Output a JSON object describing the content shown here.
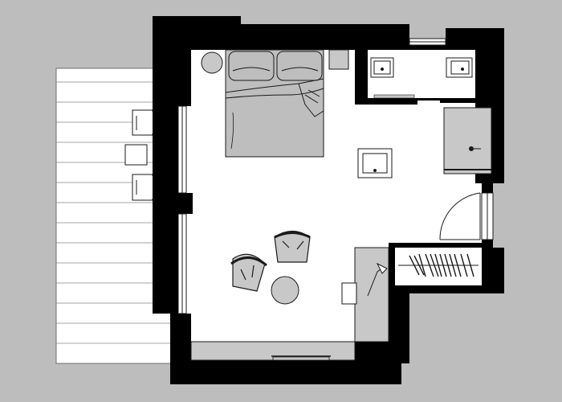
{
  "plan": {
    "colors": {
      "background": "#bdbdbd",
      "wall": "#000000",
      "floor": "#ffffff",
      "furniture_fill": "#c8c8c8",
      "bed_fill": "#bebebe",
      "line": "#1a1a1a"
    },
    "rooms": [
      "bedroom",
      "bathroom",
      "walk-in-closet",
      "terrace"
    ],
    "furniture": [
      "double-bed",
      "pillow",
      "pillow",
      "nightstand",
      "nightstand",
      "armchair",
      "armchair",
      "round-side-table",
      "desk",
      "desk-chair",
      "wardrobe-hangers",
      "bench",
      "tv",
      "washbasin",
      "washbasin",
      "shower",
      "bathtub",
      "door",
      "terrace-chair",
      "terrace-chair",
      "terrace-table"
    ]
  }
}
